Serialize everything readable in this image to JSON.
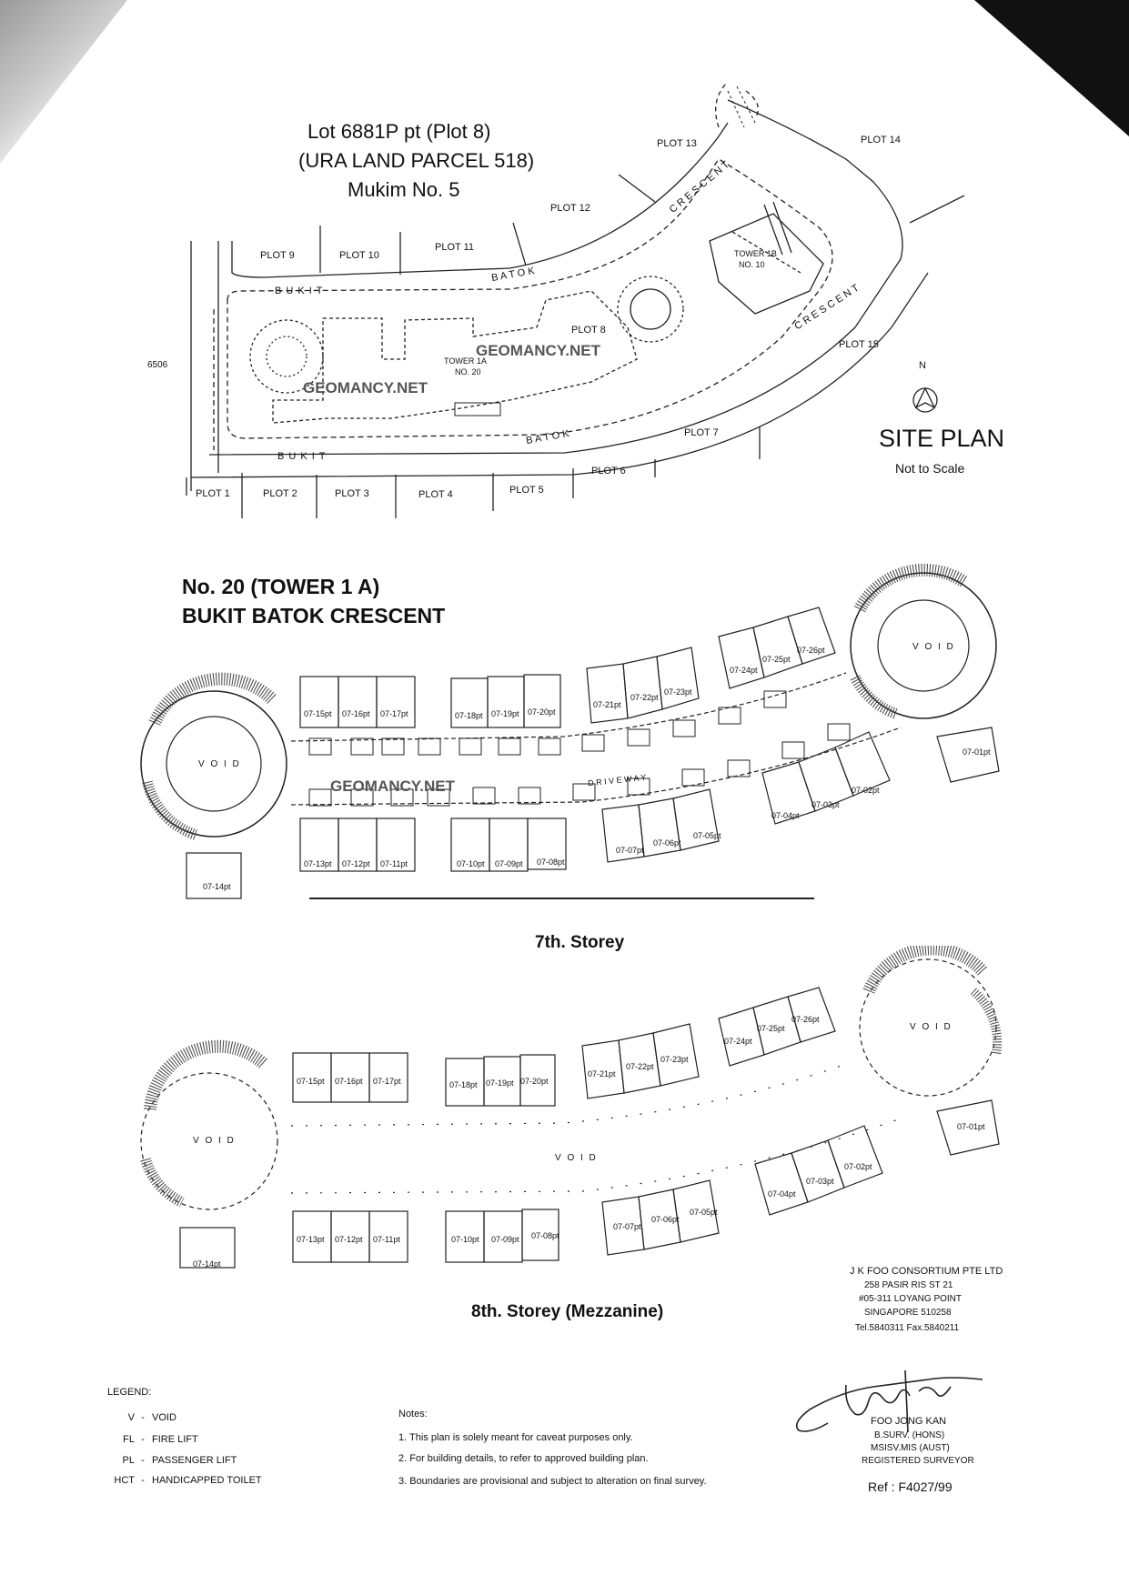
{
  "site_plan": {
    "lot_line1": "Lot 6881P pt (Plot 8)",
    "lot_line2": "(URA LAND PARCEL 518)",
    "lot_line3": "Mukim No. 5",
    "title": "SITE PLAN",
    "subtitle": "Not to Scale",
    "north": "N",
    "side_number": "6506",
    "plots": [
      "PLOT 1",
      "PLOT 2",
      "PLOT 3",
      "PLOT 4",
      "PLOT 5",
      "PLOT 6",
      "PLOT 7",
      "PLOT 8",
      "PLOT 9",
      "PLOT 10",
      "PLOT 11",
      "PLOT 12",
      "PLOT 13",
      "PLOT 14",
      "PLOT 15"
    ],
    "road_bukit_top": "B U K I T",
    "road_bukit_bottom": "B U K I T",
    "road_batok_top": "B A T O K",
    "road_batok_bottom": "B A T O K",
    "road_crescent_top": "C R E S C E N T",
    "road_crescent_right": "C R E S C E N T",
    "tower1a_line1": "TOWER 1A",
    "tower1a_line2": "NO. 20",
    "tower1b_line1": "TOWER 1B",
    "tower1b_line2": "NO. 10",
    "watermark": "GEOMANCY.NET"
  },
  "floor_title": {
    "line1": "No. 20 (TOWER 1 A)",
    "line2": "BUKIT BATOK CRESCENT"
  },
  "storey7": {
    "caption": "7th. Storey",
    "void": "V O I D",
    "driveway": "D R I V E W A Y",
    "watermark": "GEOMANCY.NET",
    "units": [
      "07-01pt",
      "07-02pt",
      "07-03pt",
      "07-04pt",
      "07-05pt",
      "07-06pt",
      "07-07pt",
      "07-08pt",
      "07-09pt",
      "07-10pt",
      "07-11pt",
      "07-12pt",
      "07-13pt",
      "07-14pt",
      "07-15pt",
      "07-16pt",
      "07-17pt",
      "07-18pt",
      "07-19pt",
      "07-20pt",
      "07-21pt",
      "07-22pt",
      "07-23pt",
      "07-24pt",
      "07-25pt",
      "07-26pt"
    ]
  },
  "storey8": {
    "caption": "8th. Storey (Mezzanine)",
    "void": "V O I D",
    "void_label": "V",
    "units": [
      "07-01pt",
      "07-02pt",
      "07-03pt",
      "07-04pt",
      "07-05pt",
      "07-06pt",
      "07-07pt",
      "07-08pt",
      "07-09pt",
      "07-10pt",
      "07-11pt",
      "07-12pt",
      "07-13pt",
      "07-14pt",
      "07-15pt",
      "07-16pt",
      "07-17pt",
      "07-18pt",
      "07-19pt",
      "07-20pt",
      "07-21pt",
      "07-22pt",
      "07-23pt",
      "07-24pt",
      "07-25pt",
      "07-26pt"
    ]
  },
  "legend": {
    "title": "LEGEND:",
    "items": [
      {
        "code": "V",
        "dash": "-",
        "desc": "VOID"
      },
      {
        "code": "FL",
        "dash": "-",
        "desc": "FIRE LIFT"
      },
      {
        "code": "PL",
        "dash": "-",
        "desc": "PASSENGER LIFT"
      },
      {
        "code": "HCT",
        "dash": "-",
        "desc": "HANDICAPPED TOILET"
      }
    ]
  },
  "notes": {
    "title": "Notes:",
    "items": [
      "1. This plan is solely meant for caveat purposes only.",
      "2. For building details, to refer to approved building plan.",
      "3. Boundaries are provisional and subject to alteration on final survey."
    ]
  },
  "company": {
    "name": "J K FOO CONSORTIUM PTE LTD",
    "addr1": "258 PASIR RIS ST 21",
    "addr2": "#05-311 LOYANG POINT",
    "addr3": "SINGAPORE 510258",
    "contact": "Tel.5840311   Fax.5840211"
  },
  "surveyor": {
    "name": "FOO JONG KAN",
    "qual1": "B.SURV. (HONS)",
    "qual2": "MSISV.MIS (AUST)",
    "title": "REGISTERED SURVEYOR",
    "ref": "Ref :   F4027/99"
  }
}
